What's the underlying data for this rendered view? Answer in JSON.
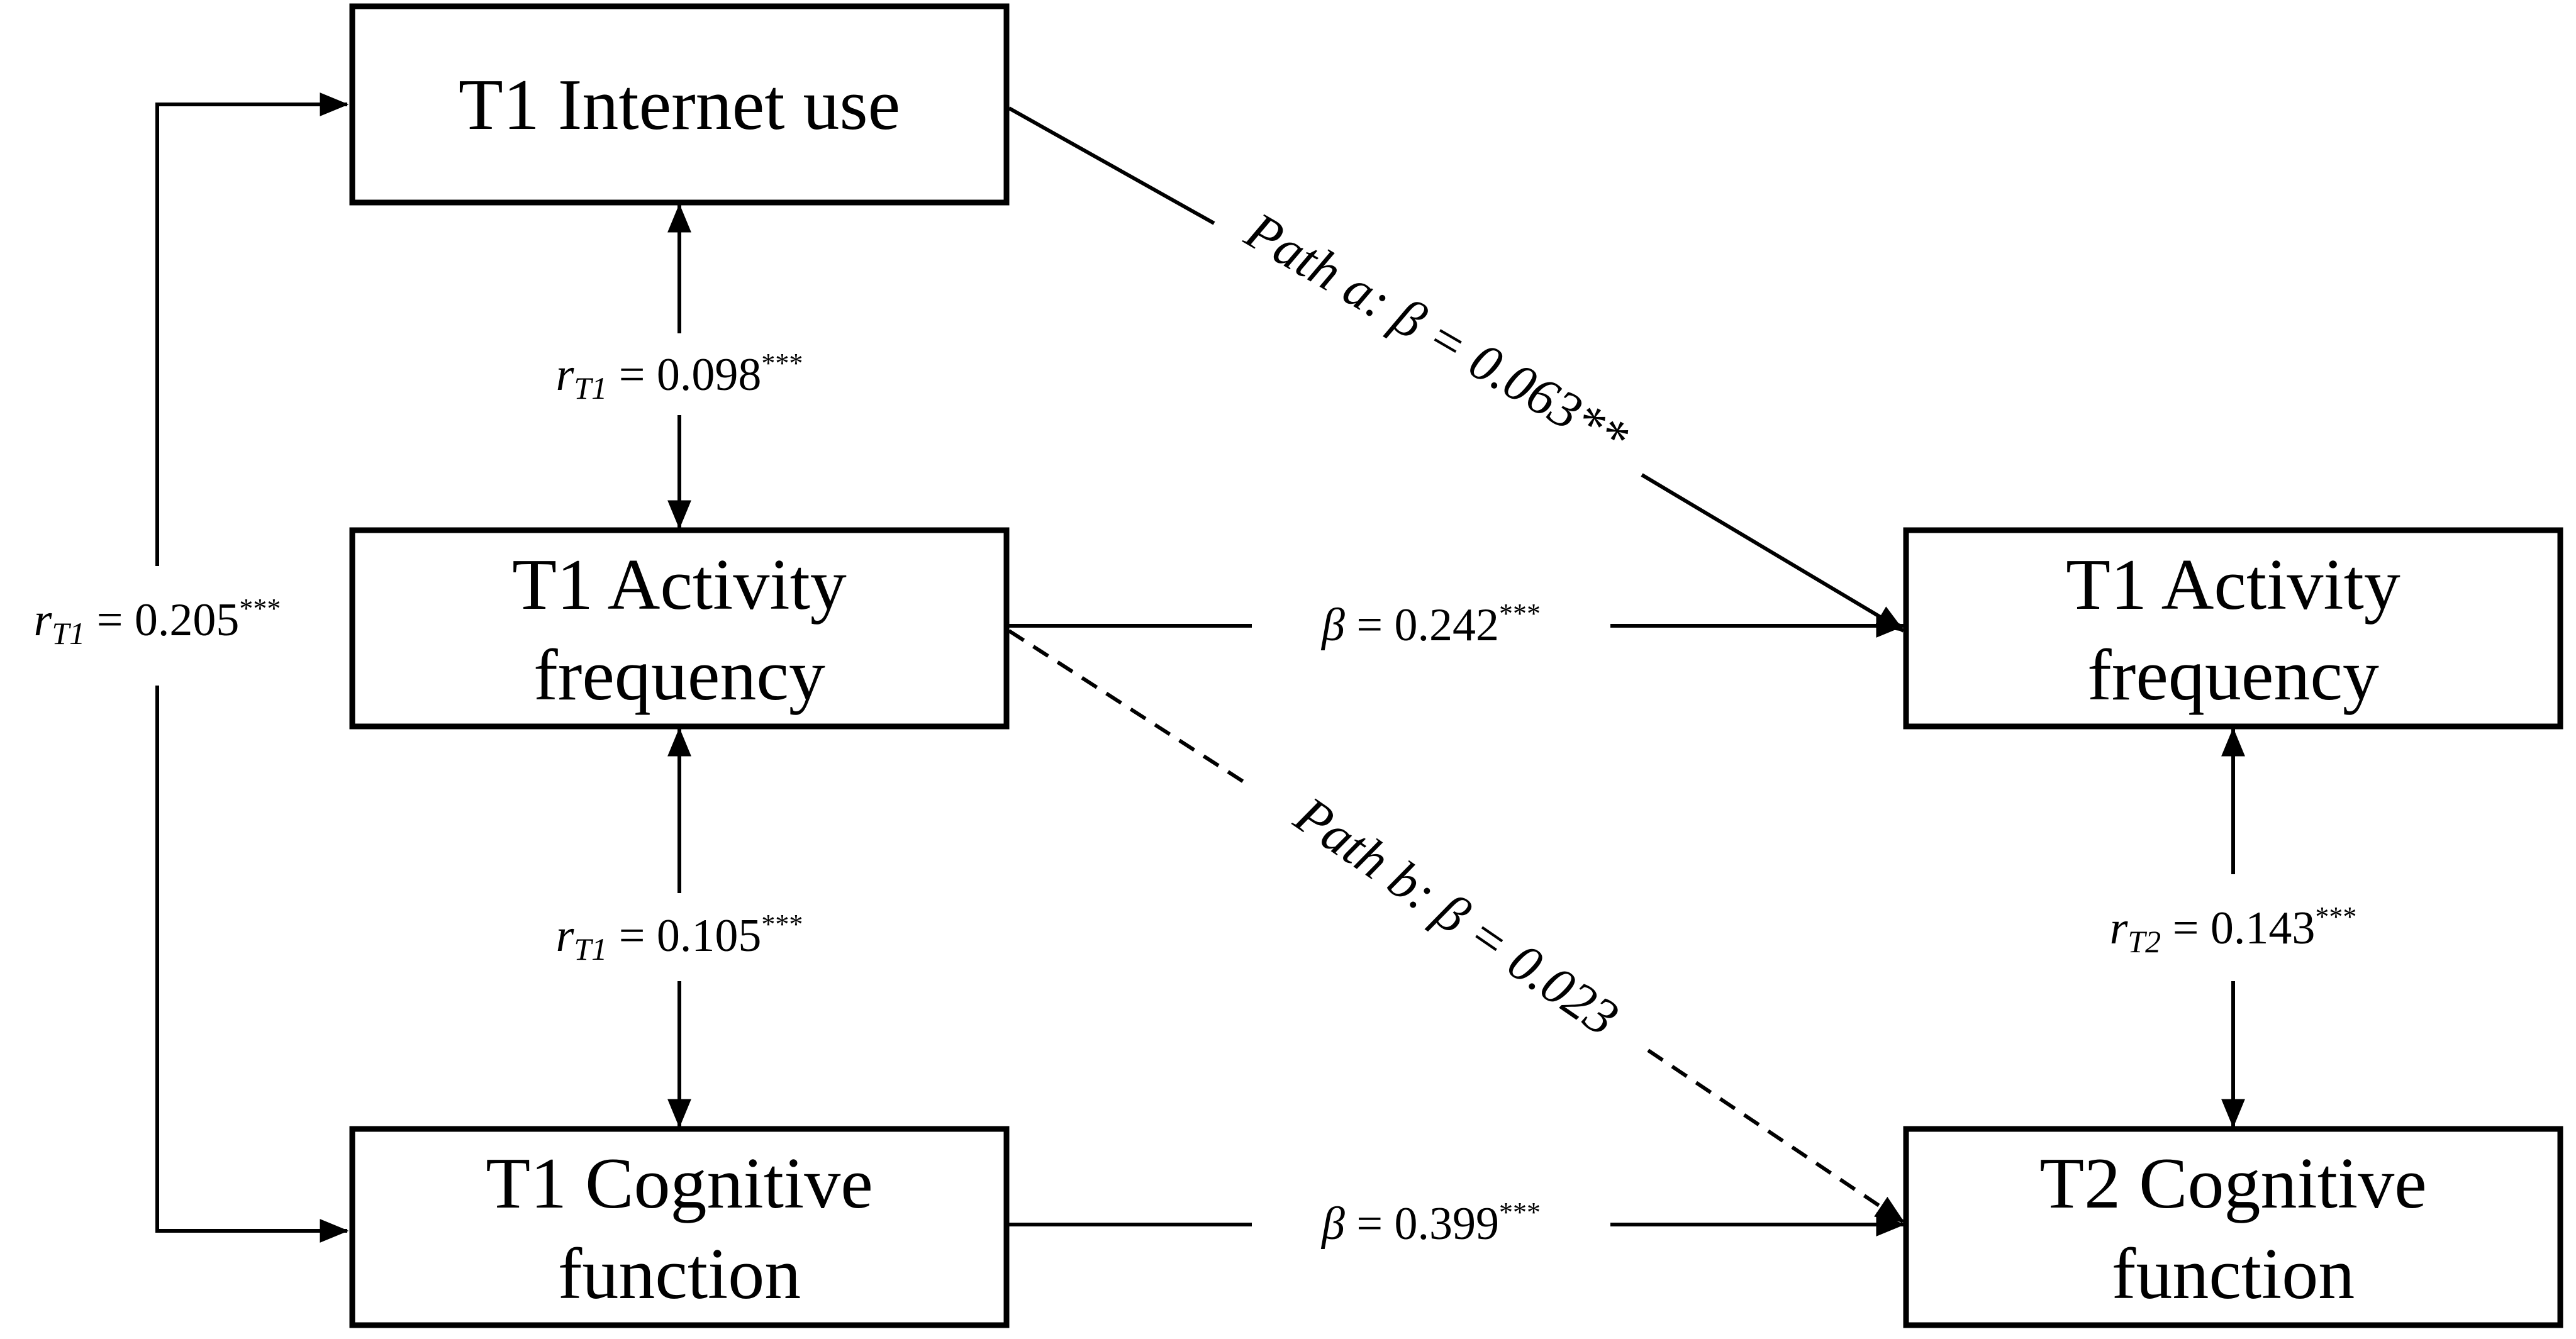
{
  "nodes": {
    "t1_internet": {
      "lines": [
        "T1 Internet use"
      ]
    },
    "t1_activity": {
      "lines": [
        "T1 Activity",
        "frequency"
      ]
    },
    "t1_cognitive": {
      "lines": [
        "T1 Cognitive",
        "function"
      ]
    },
    "t2_activity": {
      "lines": [
        "T1 Activity",
        "frequency"
      ]
    },
    "t2_cognitive": {
      "lines": [
        "T2 Cognitive",
        "function"
      ]
    }
  },
  "edges": {
    "r_internet_activity": {
      "sym": "r",
      "sub": "T1",
      "value": "0.098",
      "sig": "***"
    },
    "r_activity_cognitive": {
      "sym": "r",
      "sub": "T1",
      "value": "0.105",
      "sig": "***"
    },
    "r_internet_cognitive": {
      "sym": "r",
      "sub": "T1",
      "value": "0.205",
      "sig": "***"
    },
    "r_t2": {
      "sym": "r",
      "sub": "T2",
      "value": "0.143",
      "sig": "***"
    },
    "beta_activity": {
      "sym": "β",
      "value": "0.242",
      "sig": "***"
    },
    "beta_cognitive": {
      "sym": "β",
      "value": "0.399",
      "sig": "***"
    },
    "path_a": {
      "text": "Path a: β = 0.063**"
    },
    "path_b": {
      "text": "Path b: β = 0.023"
    }
  }
}
